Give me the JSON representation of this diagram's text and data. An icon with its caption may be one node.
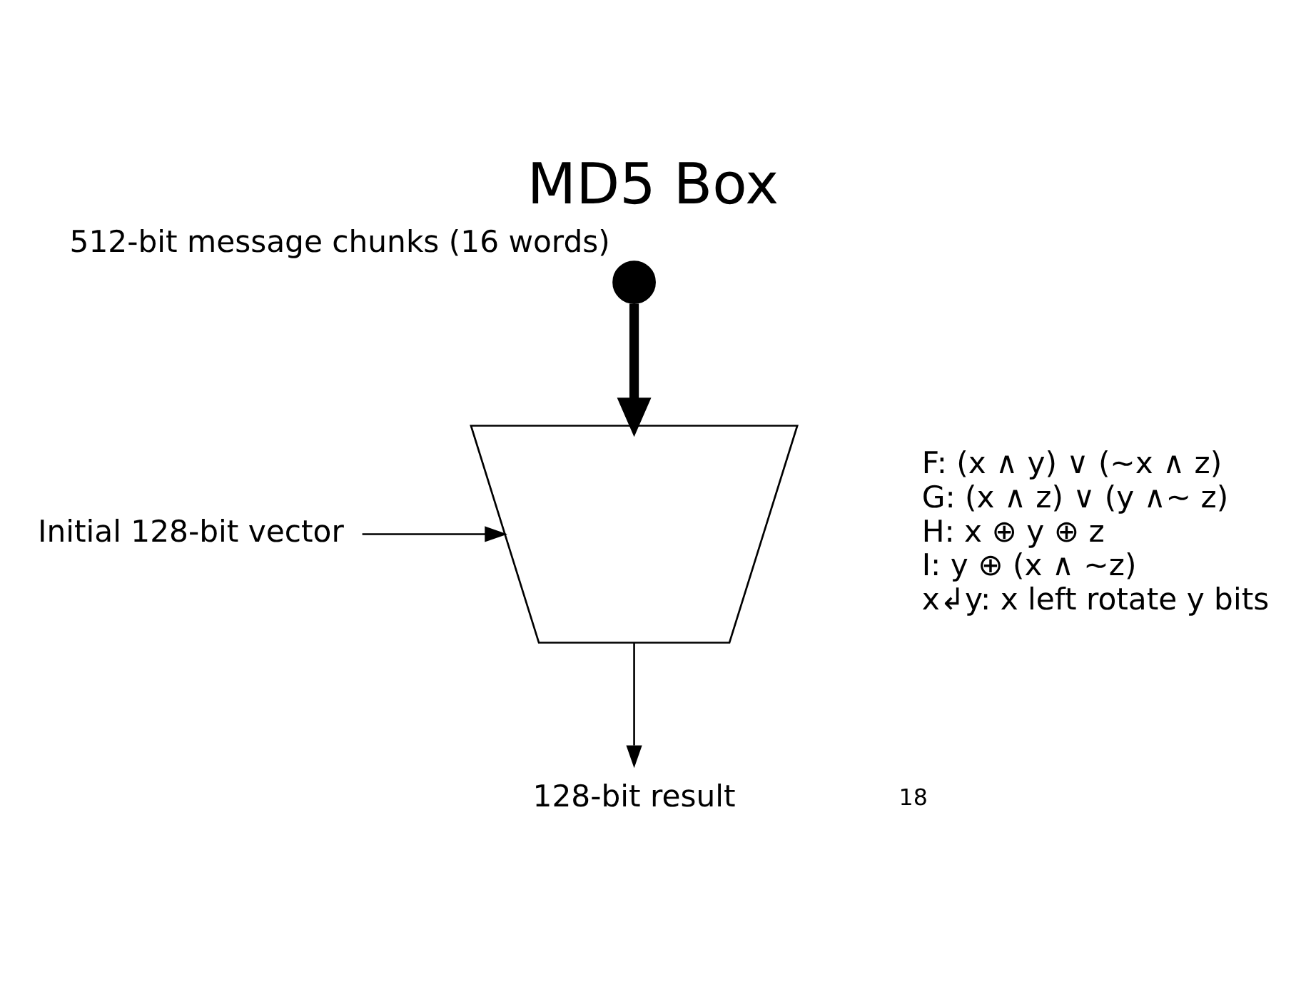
{
  "diagram": {
    "title": "MD5 Box",
    "nodes": [
      {
        "text": [],
        "shape": "circle",
        "beside": [
          "512-bit message chunks (16 words)"
        ]
      },
      {
        "text": [],
        "shape": "trapezoid"
      },
      {
        "text": [
          "Initial 128-bit vector"
        ]
      },
      {
        "text": [
          "128-bit result"
        ]
      }
    ],
    "edges": [
      {
        "from": 0,
        "to": 1,
        "arrow": "to",
        "style": "thick"
      },
      {
        "from": 2,
        "to": 1,
        "arrow": "to"
      },
      {
        "from": 1,
        "to": 3,
        "arrow": "to"
      }
    ],
    "labels": [
      "F: (x ∧ y) ∨ (~x ∧ z)",
      "G: (x ∧ z) ∨ (y ∧~ z)",
      "H: x ⊕ y ⊕ z",
      "I: y ⊕ (x ∧ ~z)",
      "x↲y: x left rotate y bits",
      "18"
    ]
  }
}
